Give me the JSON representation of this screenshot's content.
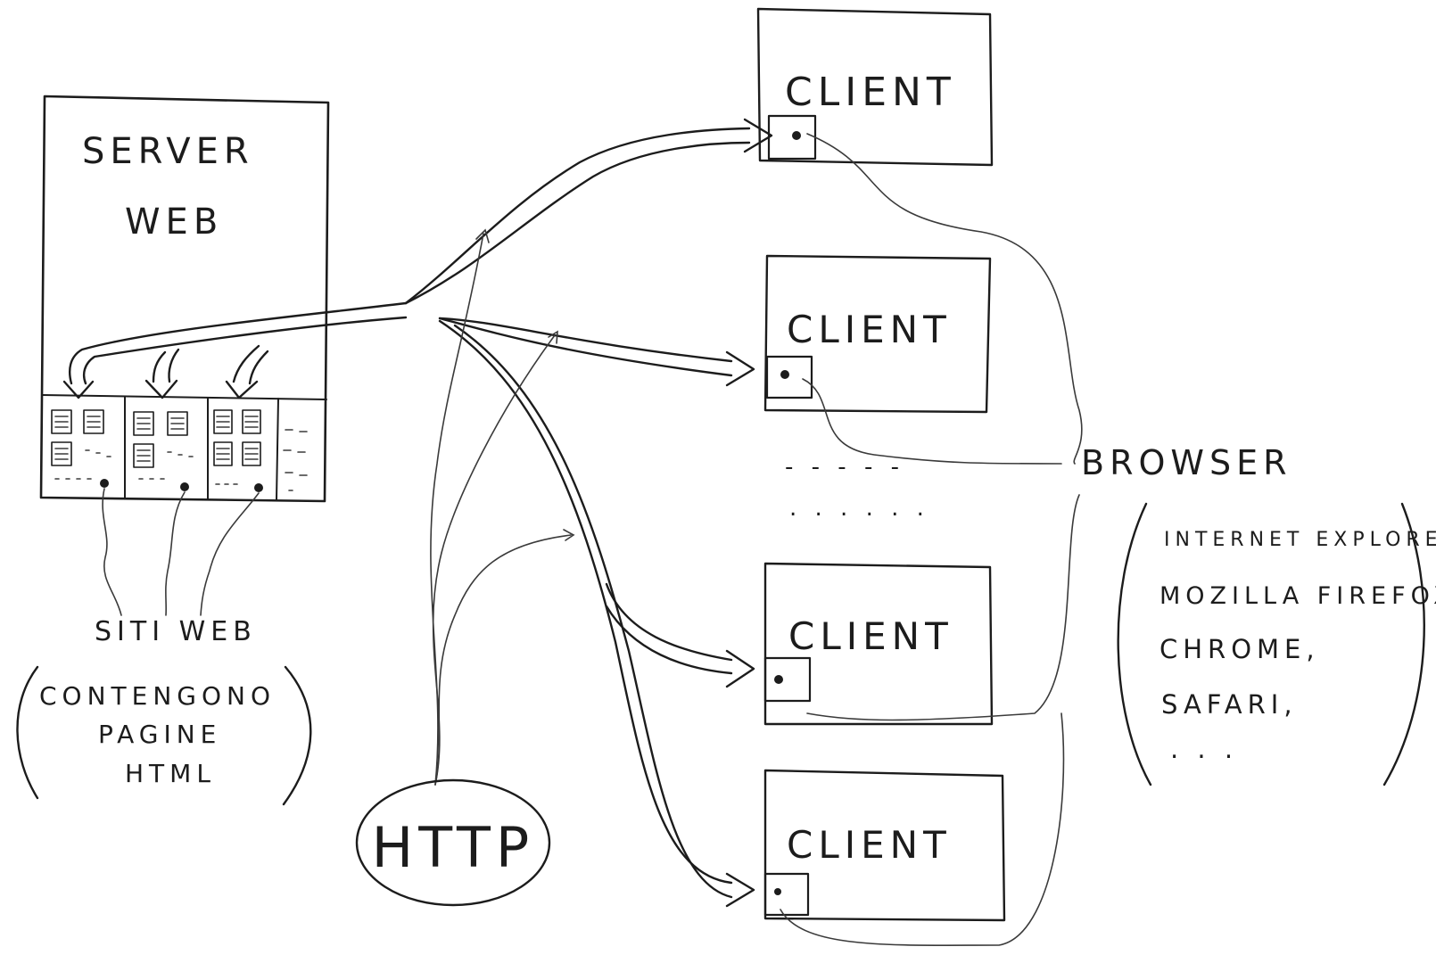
{
  "server": {
    "line1": "SERVER",
    "line2": "WEB"
  },
  "sites_label": "SITI WEB",
  "sites_note": {
    "line1": "CONTENGONO",
    "line2": "PAGINE",
    "line3": "HTML"
  },
  "protocol_label": "HTTP",
  "clients": [
    "CLIENT",
    "CLIENT",
    "CLIENT",
    "CLIENT"
  ],
  "ellipsis_rows": [
    "- - -   - -",
    ". . . . . ."
  ],
  "browser_label": "BROWSER",
  "browsers": [
    "INTERNET EXPLORER,",
    "MOZILLA FIREFOX,",
    "CHROME,",
    "SAFARI,",
    ". . ."
  ],
  "colors": {
    "ink": "#1c1c1c",
    "paper": "#ffffff"
  }
}
